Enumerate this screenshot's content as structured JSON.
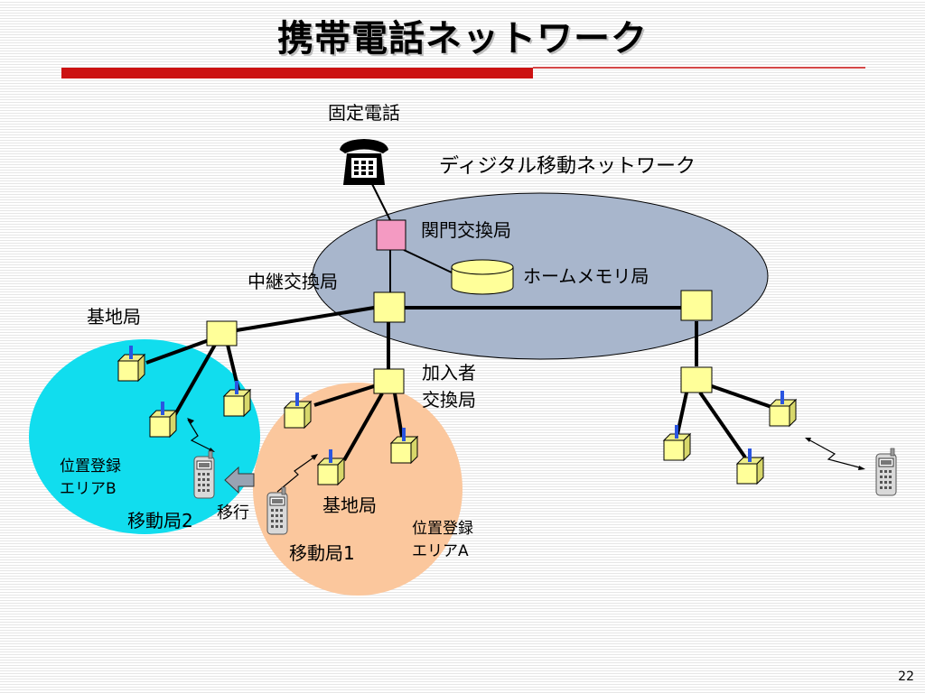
{
  "slide": {
    "title": "携帯電話ネットワーク",
    "page_number": "22",
    "accent_color": "#cc1111"
  },
  "labels": {
    "fixed_phone": "固定電話",
    "digital_network": "ディジタル移動ネットワーク",
    "gateway_exchange": "関門交換局",
    "home_memory": "ホームメモリ局",
    "relay_exchange": "中継交換局",
    "base_station_top": "基地局",
    "subscriber_exchange_line1": "加入者",
    "subscriber_exchange_line2": "交換局",
    "area_b_line1": "位置登録",
    "area_b_line2": "エリアB",
    "mobile_station_2": "移動局2",
    "move": "移行",
    "base_station_bottom": "基地局",
    "area_a_line1": "位置登録",
    "area_a_line2": "エリアA",
    "mobile_station_1": "移動局1"
  },
  "colors": {
    "network_ellipse": "#a8b6cc",
    "area_b": "#11ddee",
    "area_a": "#fbc79d",
    "gateway_node": "#f49ac2",
    "exchange_node": "#ffff99",
    "antenna": "#2a55e0"
  }
}
